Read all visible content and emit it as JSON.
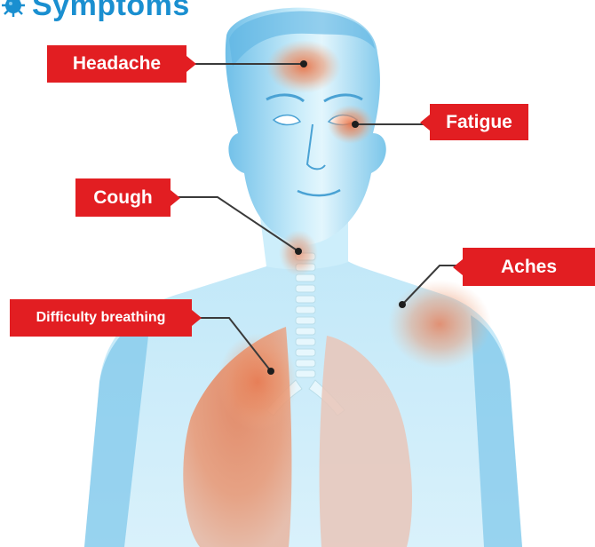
{
  "title": "Symptoms",
  "symptoms": [
    {
      "id": "headache",
      "label": "Headache"
    },
    {
      "id": "fatigue",
      "label": "Fatigue"
    },
    {
      "id": "cough",
      "label": "Cough"
    },
    {
      "id": "aches",
      "label": "Aches"
    },
    {
      "id": "breathing",
      "label": "Difficulty breathing"
    }
  ],
  "colors": {
    "title": "#1a8fd0",
    "label_bg": "#e21e22",
    "label_text": "#ffffff",
    "body": "#7cc6ea",
    "hotspot": "#e8744a"
  },
  "icons": [
    "virus-icon"
  ]
}
